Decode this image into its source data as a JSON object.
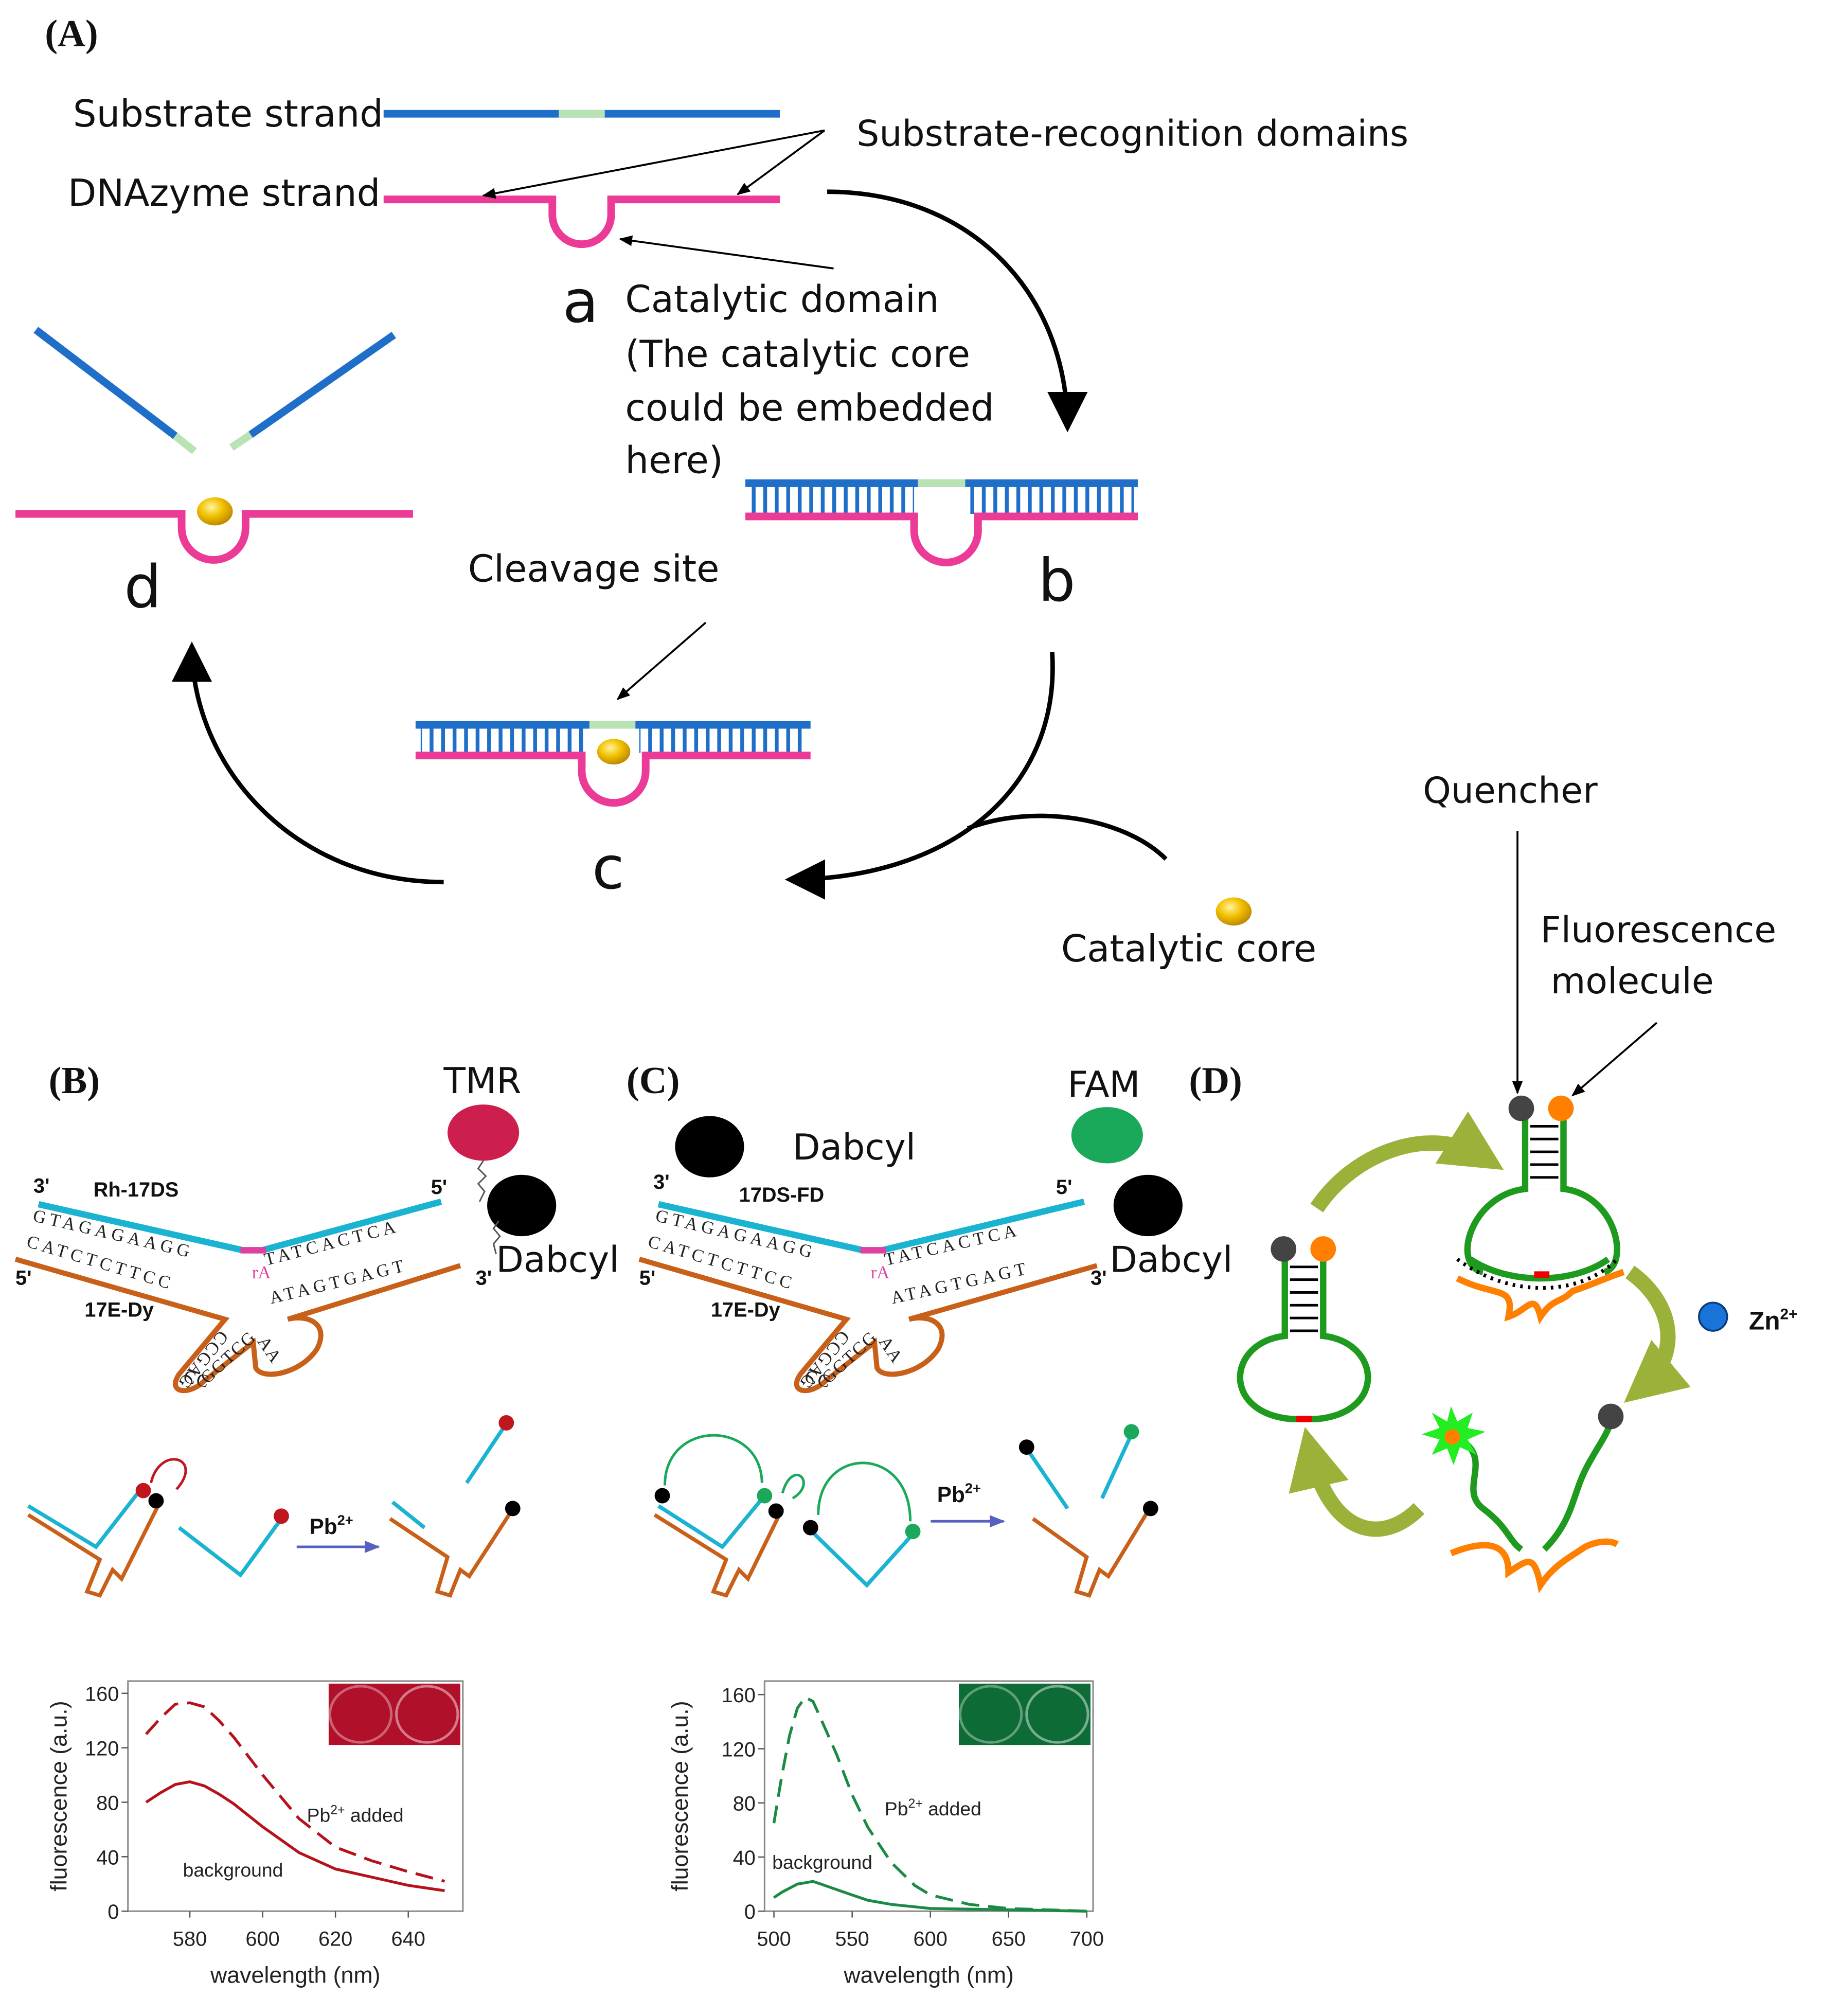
{
  "panels": {
    "A": "(A)",
    "B": "(B)",
    "C": "(C)",
    "D": "(D)"
  },
  "panelA": {
    "substrate_strand": "Substrate strand",
    "dnazyme_strand": "DNAzyme strand",
    "recognition_domains": "Substrate-recognition domains",
    "step_a": "a",
    "step_b": "b",
    "step_c": "c",
    "step_d": "d",
    "catalytic_domain_lines": [
      "Catalytic domain",
      "(The catalytic core",
      "could be embedded",
      "here)"
    ],
    "cleavage_site": "Cleavage site",
    "catalytic_core": "Catalytic core",
    "colors": {
      "substrate": "#1f6fc9",
      "dnazyme": "#ec3a97",
      "cleavage": "#b9e3b5",
      "core": "#f2c200"
    }
  },
  "panelB": {
    "fluorophore": "TMR",
    "quencher": "Dabcyl",
    "substrate_name": "Rh-17DS",
    "enzyme_name": "17E-Dy",
    "end_3": "3'",
    "end_5": "5'",
    "substrate_left": "GTAGAGAAGG",
    "cleave": "rA",
    "substrate_right": "TATCACTCA",
    "enzyme_left": "CATCTCTTCC",
    "enzyme_right": "ATAGTGAGT",
    "enzyme_loop": "CCGAGCCGGTCGAA",
    "ion": "Pb",
    "ion_charge": "2+",
    "colors": {
      "fluorophore": "#cc1f4d",
      "substrate": "#1ab3d1",
      "enzyme": "#c8601a"
    }
  },
  "panelC": {
    "fluorophore": "FAM",
    "quencher": "Dabcyl",
    "quencher2": "Dabcyl",
    "substrate_name": "17DS-FD",
    "enzyme_name": "17E-Dy",
    "end_3": "3'",
    "end_5": "5'",
    "ion": "Pb",
    "ion_charge": "2+",
    "colors": {
      "fluorophore": "#1aa85a"
    }
  },
  "panelD": {
    "quencher": "Quencher",
    "fluorescence_lines": [
      "Fluorescence",
      "molecule"
    ],
    "ion": "Zn",
    "ion_charge": "2+",
    "colors": {
      "stem": "#1e9a1e",
      "enzyme": "#ff7f00",
      "arrow": "#9bb23a",
      "ion": "#1a73d9"
    }
  },
  "chart_data": [
    {
      "type": "line",
      "xlabel": "wavelength (nm)",
      "ylabel": "fluorescence (a.u.)",
      "xlim": [
        563,
        655
      ],
      "ylim": [
        0,
        169
      ],
      "xticks": [
        580,
        600,
        620,
        640
      ],
      "yticks": [
        0,
        40,
        80,
        120,
        160
      ],
      "color": "#b5121b",
      "inset_color": "#b0102a",
      "series": [
        {
          "name": "Pb2+ added",
          "label_main": "Pb",
          "label_sup": "2+",
          "label_rest": " added",
          "style": "dashed",
          "x": [
            568,
            572,
            576,
            580,
            584,
            588,
            592,
            600,
            610,
            620,
            630,
            640,
            650
          ],
          "y": [
            130,
            142,
            152,
            153,
            150,
            140,
            128,
            100,
            68,
            47,
            37,
            29,
            22
          ]
        },
        {
          "name": "background",
          "style": "solid",
          "x": [
            568,
            572,
            576,
            580,
            584,
            588,
            592,
            600,
            610,
            620,
            630,
            640,
            650
          ],
          "y": [
            80,
            87,
            93,
            95,
            92,
            86,
            79,
            62,
            43,
            31,
            25,
            19,
            15
          ]
        }
      ]
    },
    {
      "type": "line",
      "xlabel": "wavelength (nm)",
      "ylabel": "fluorescence (a.u.)",
      "xlim": [
        494,
        704
      ],
      "ylim": [
        0,
        170
      ],
      "xticks": [
        500,
        550,
        600,
        650,
        700
      ],
      "yticks": [
        0,
        40,
        80,
        120,
        160
      ],
      "color": "#1a8a45",
      "inset_color": "#0d6b36",
      "series": [
        {
          "name": "Pb2+ added",
          "label_main": "Pb",
          "label_sup": "2+",
          "label_rest": " added",
          "style": "dashed",
          "x": [
            500,
            505,
            510,
            515,
            520,
            525,
            530,
            540,
            550,
            560,
            575,
            590,
            600,
            625,
            650,
            700
          ],
          "y": [
            65,
            100,
            130,
            150,
            158,
            155,
            142,
            116,
            86,
            62,
            36,
            19,
            12,
            5,
            2,
            0
          ]
        },
        {
          "name": "background",
          "style": "solid",
          "x": [
            500,
            505,
            510,
            515,
            520,
            525,
            530,
            540,
            550,
            560,
            575,
            600,
            650,
            700
          ],
          "y": [
            10,
            14,
            17,
            20,
            21,
            22,
            20,
            16,
            12,
            8,
            5,
            2,
            1,
            0
          ]
        }
      ]
    }
  ]
}
